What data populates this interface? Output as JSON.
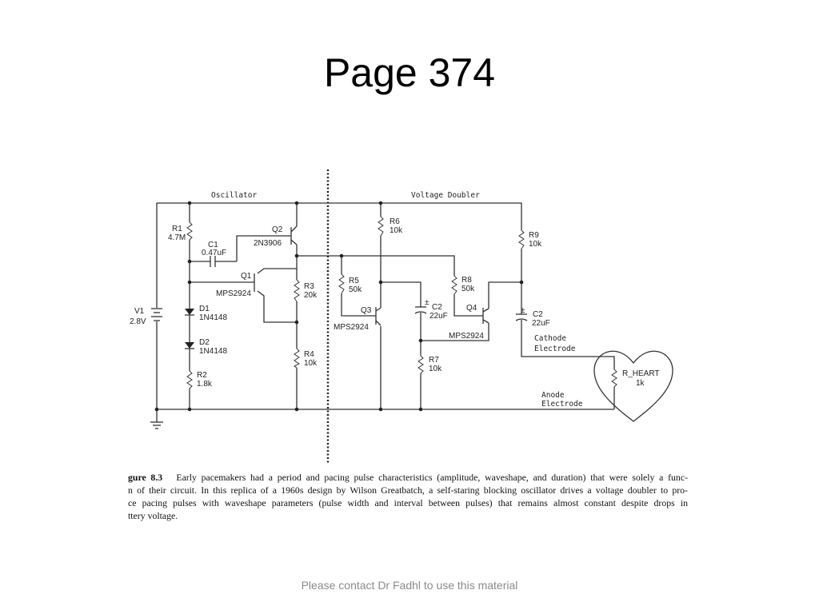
{
  "page": {
    "title": "Page 374"
  },
  "circuit": {
    "sections": {
      "left": "Oscillator",
      "right": "Voltage Doubler"
    },
    "components": {
      "R1": {
        "ref": "R1",
        "value": "4.7M"
      },
      "C1": {
        "ref": "C1",
        "value": "0.47uF"
      },
      "Q2": {
        "ref": "Q2",
        "value": "2N3906"
      },
      "Q1": {
        "ref": "Q1",
        "value": "MPS2924"
      },
      "R3": {
        "ref": "R3",
        "value": "20k"
      },
      "V1": {
        "ref": "V1",
        "value": "2.8V"
      },
      "D1": {
        "ref": "D1",
        "value": "1N4148"
      },
      "D2": {
        "ref": "D2",
        "value": "1N4148"
      },
      "R4": {
        "ref": "R4",
        "value": "10k"
      },
      "R2": {
        "ref": "R2",
        "value": "1.8k"
      },
      "R6": {
        "ref": "R6",
        "value": "10k"
      },
      "R5": {
        "ref": "R5",
        "value": "50k"
      },
      "Q3": {
        "ref": "Q3",
        "value": "MPS2924"
      },
      "C2a": {
        "ref": "C2",
        "value": "22uF"
      },
      "R7": {
        "ref": "R7",
        "value": "10k"
      },
      "R8": {
        "ref": "R8",
        "value": "50k"
      },
      "Q4": {
        "ref": "Q4",
        "value": "MPS2924"
      },
      "R9": {
        "ref": "R9",
        "value": "10k"
      },
      "C2b": {
        "ref": "C2",
        "value": "22uF"
      },
      "RHEART": {
        "ref": "R_HEART",
        "value": "1k"
      }
    },
    "electrodes": {
      "cathode": [
        "Cathode",
        "Electrode"
      ],
      "anode": [
        "Anode",
        "Electrode"
      ]
    }
  },
  "caption": {
    "label": "gure 8.3",
    "lines": [
      "Early pacemakers had a period and pacing pulse characteristics (amplitude, waveshape, and duration) that were solely a func-",
      "n of their circuit. In this replica of a 1960s design by Wilson Greatbatch, a self-staring blocking oscillator drives a voltage doubler to pro-",
      "ce pacing pulses with waveshape parameters (pulse width and interval between pulses) that remains almost constant despite drops in",
      "ttery voltage."
    ]
  },
  "footer": {
    "text": "Please contact Dr Fadhl to use this material"
  }
}
